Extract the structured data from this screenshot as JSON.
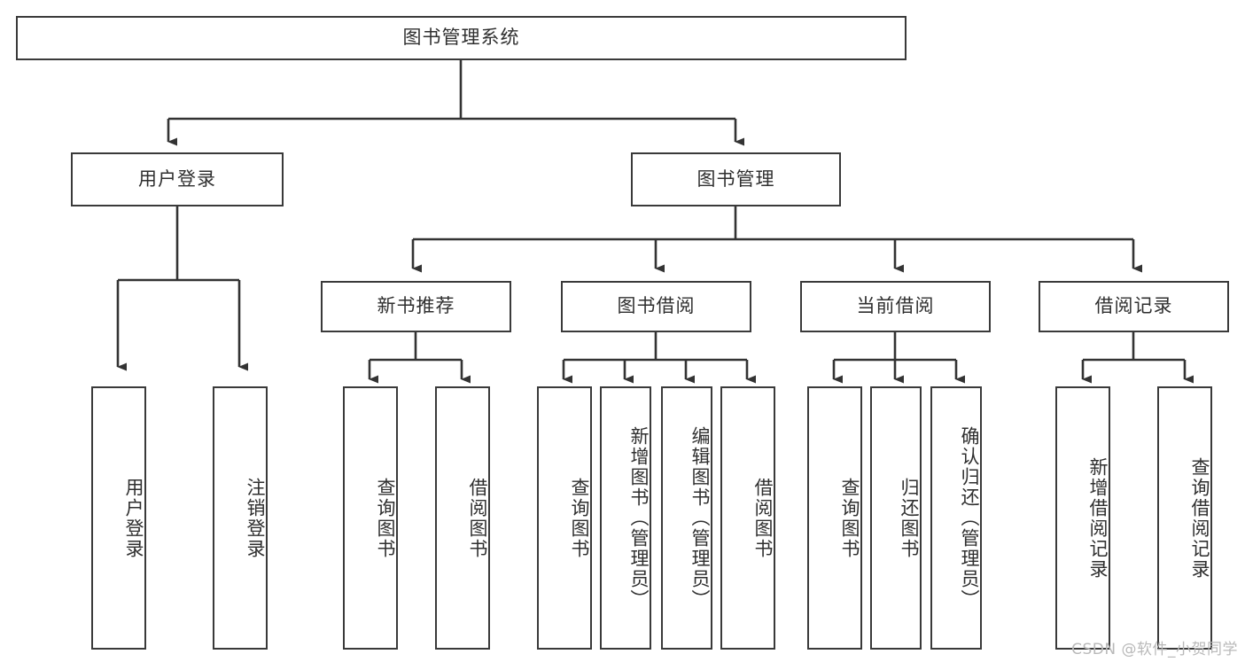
{
  "diagram": {
    "title": "图书管理系统",
    "root": {
      "label": "图书管理系统"
    },
    "level1": [
      {
        "label": "用户登录"
      },
      {
        "label": "图书管理"
      }
    ],
    "level2": [
      {
        "label": "新书推荐"
      },
      {
        "label": "图书借阅"
      },
      {
        "label": "当前借阅"
      },
      {
        "label": "借阅记录"
      }
    ],
    "leaves_user_login": [
      {
        "label": "用户登录"
      },
      {
        "label": "注销登录"
      }
    ],
    "leaves_new_book": [
      {
        "label": "查询图书"
      },
      {
        "label": "借阅图书"
      }
    ],
    "leaves_borrow": [
      {
        "label": "查询图书"
      },
      {
        "label": "新增图书（管理员）"
      },
      {
        "label": "编辑图书（管理员）"
      },
      {
        "label": "借阅图书"
      }
    ],
    "leaves_current": [
      {
        "label": "查询图书"
      },
      {
        "label": "归还图书"
      },
      {
        "label": "确认归还（管理员）"
      }
    ],
    "leaves_records": [
      {
        "label": "新增借阅记录"
      },
      {
        "label": "查询借阅记录"
      }
    ],
    "watermark": "CSDN @软件_小贺同学",
    "colors": {
      "border": "#3a3a3a",
      "text": "#2f2f2f",
      "background": "#ffffff",
      "watermark": "#b9b9b9"
    }
  }
}
